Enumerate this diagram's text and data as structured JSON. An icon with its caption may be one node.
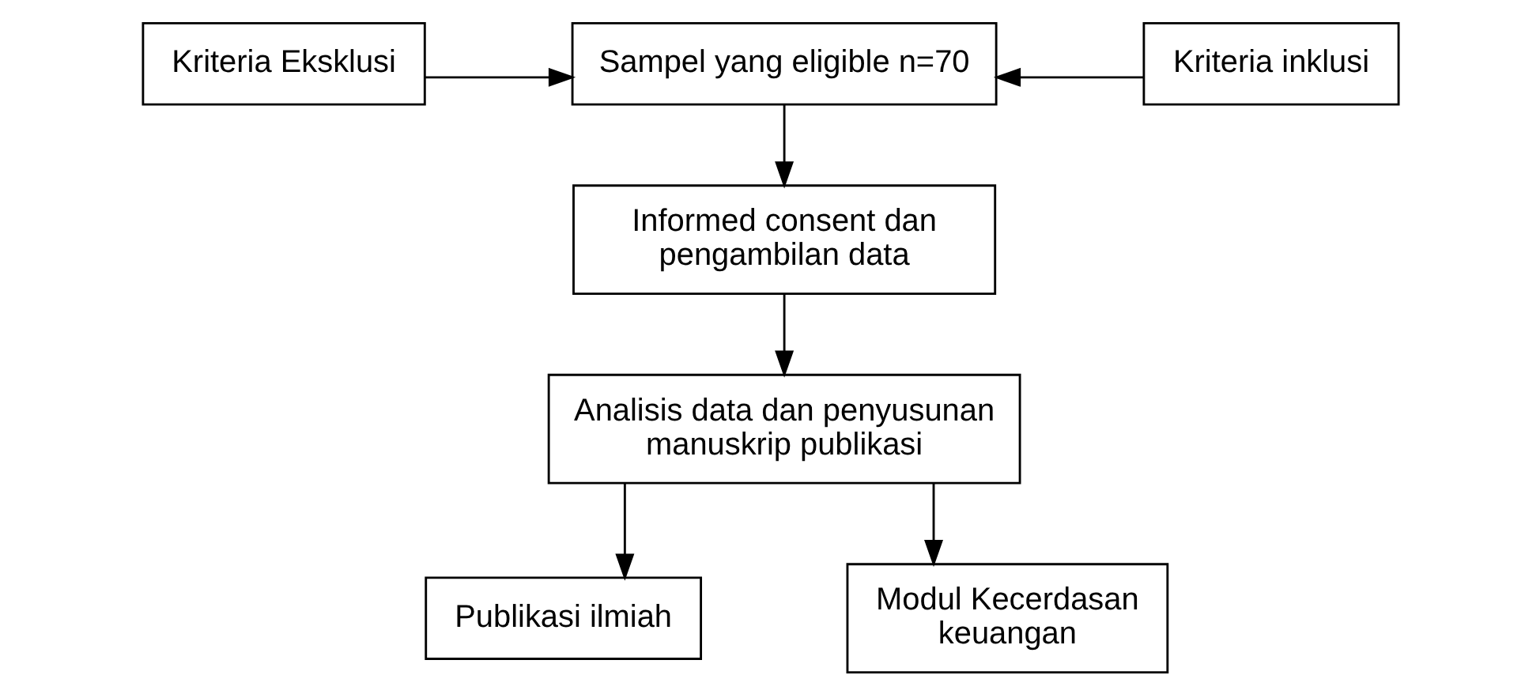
{
  "diagram": {
    "nodes": [
      {
        "text": [
          "Kriteria Eksklusi"
        ]
      },
      {
        "text": [
          "Sampel yang eligible n=70"
        ]
      },
      {
        "text": [
          "Kriteria inklusi"
        ]
      },
      {
        "text": [
          "Informed consent dan pengambilan data"
        ]
      },
      {
        "text": [
          "Analisis data dan penyusunan manuskrip publikasi"
        ]
      },
      {
        "text": [
          "Publikasi ilmiah"
        ]
      },
      {
        "text": [
          "Modul Kecerdasan keuangan"
        ]
      }
    ],
    "edges": [
      {
        "from": 0,
        "to": 1,
        "arrow": "to"
      },
      {
        "from": 2,
        "to": 1,
        "arrow": "to"
      },
      {
        "from": 1,
        "to": 3,
        "arrow": "to"
      },
      {
        "from": 3,
        "to": 4,
        "arrow": "to"
      },
      {
        "from": 4,
        "to": 5,
        "arrow": "to"
      },
      {
        "from": 4,
        "to": 6,
        "arrow": "to"
      }
    ]
  }
}
